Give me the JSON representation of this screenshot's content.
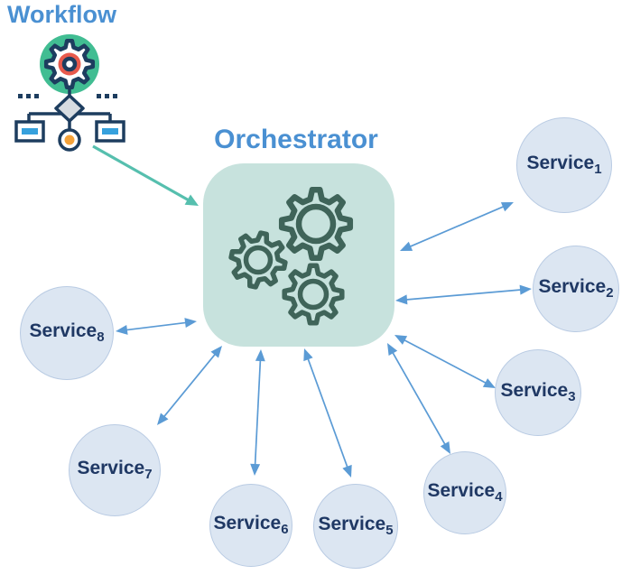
{
  "labels": {
    "workflow": "Workflow",
    "orchestrator": "Orchestrator"
  },
  "services": [
    {
      "name": "Service",
      "sub": "1"
    },
    {
      "name": "Service",
      "sub": "2"
    },
    {
      "name": "Service",
      "sub": "3"
    },
    {
      "name": "Service",
      "sub": "4"
    },
    {
      "name": "Service",
      "sub": "5"
    },
    {
      "name": "Service",
      "sub": "6"
    },
    {
      "name": "Service",
      "sub": "7"
    },
    {
      "name": "Service",
      "sub": "8"
    }
  ],
  "icons": {
    "workflow": "workflow-flowchart-icon",
    "orchestrator": "gears-icon"
  },
  "colors": {
    "accent_blue": "#4a90d2",
    "arrow_blue": "#5b9bd5",
    "teal_arrow": "#56bfae",
    "box_fill": "#c7e2dd",
    "gear_dark": "#3f6459",
    "service_fill": "#dce6f2",
    "service_border": "#b9cbe3",
    "service_text": "#1f3864",
    "icon_navy": "#1d3d5f",
    "icon_green": "#41bd92",
    "icon_red": "#e85a4c",
    "icon_orange": "#f4a23a",
    "icon_blue": "#36a1dd",
    "icon_gray": "#d7dce1"
  }
}
